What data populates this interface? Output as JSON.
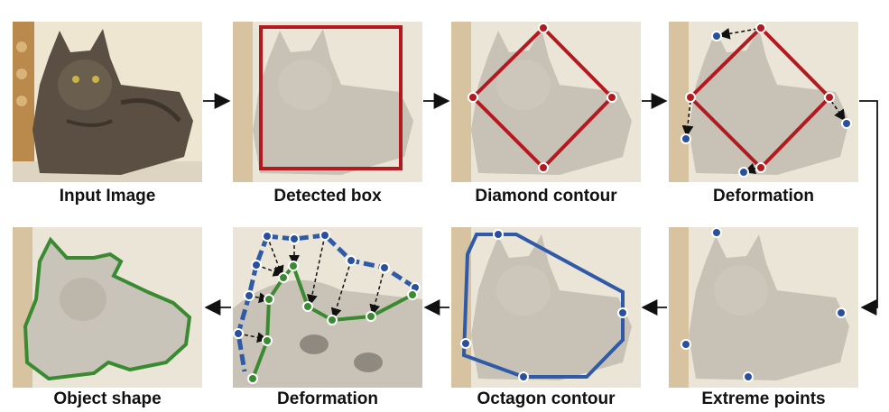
{
  "labels": {
    "input_image": "Input Image",
    "detected_box": "Detected box",
    "diamond_contour": "Diamond contour",
    "deformation_top": "Deformation",
    "object_shape": "Object shape",
    "deformation_bottom": "Deformation",
    "octagon_contour": "Octagon contour",
    "extreme_points": "Extreme points"
  },
  "colors": {
    "box_red": "#b3191e",
    "contour_blue": "#2f5aa8",
    "shape_green": "#3a8a32",
    "point_blue": "#2a4f9e",
    "point_red": "#b3191e"
  }
}
